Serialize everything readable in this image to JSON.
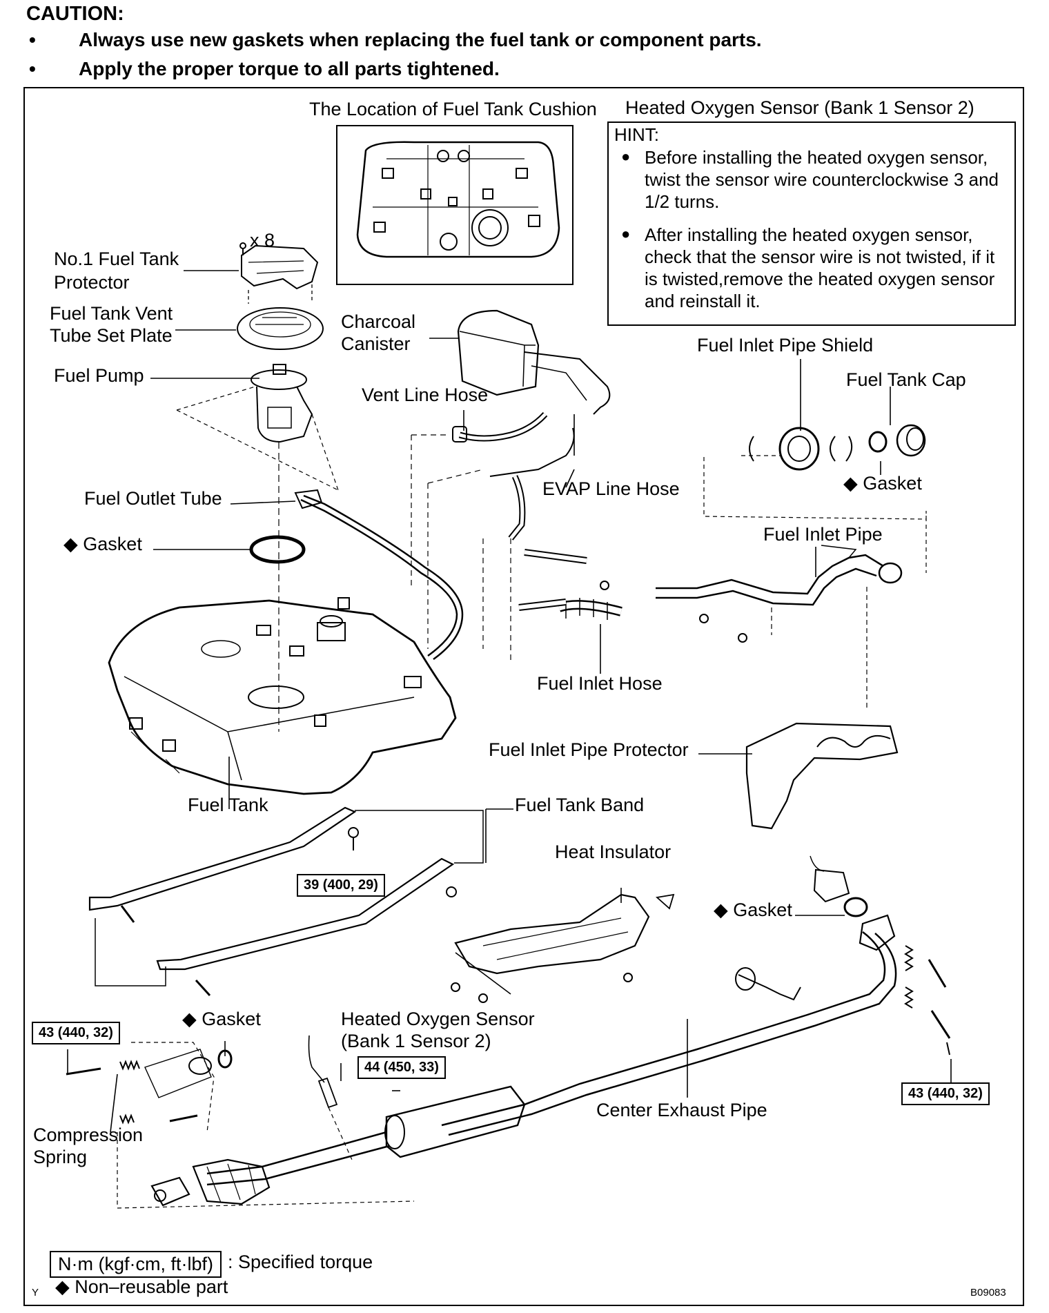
{
  "caution": {
    "title": "CAUTION:",
    "bullets": [
      "Always use new gaskets when replacing the fuel tank or component parts.",
      "Apply the proper torque to all parts tightened."
    ]
  },
  "diagram": {
    "inset_title": "The Location of Fuel Tank Cushion",
    "hint_header": "Heated Oxygen Sensor (Bank 1 Sensor 2)",
    "hint_title": "HINT:",
    "hint_items": [
      "Before installing the heated oxygen sensor, twist the sensor wire counterclockwise 3 and 1/2 turns.",
      "After installing the heated oxygen sensor, check that the sensor wire is not twisted, if it is twisted,remove the heated oxygen sensor and reinstall it."
    ],
    "labels": {
      "x8": "x 8",
      "protector": "No.1 Fuel Tank\nProtector",
      "vent_plate": "Fuel Tank Vent\nTube Set Plate",
      "fuel_pump": "Fuel Pump",
      "charcoal": "Charcoal\nCanister",
      "vent_hose": "Vent Line Hose",
      "inlet_shield": "Fuel Inlet Pipe Shield",
      "tank_cap": "Fuel Tank Cap",
      "gasket_cap": "Gasket",
      "evap_hose": "EVAP Line Hose",
      "outlet_tube": "Fuel Outlet Tube",
      "gasket_pump": "Gasket",
      "inlet_pipe": "Fuel Inlet Pipe",
      "inlet_hose": "Fuel Inlet Hose",
      "inlet_protector": "Fuel Inlet Pipe Protector",
      "fuel_tank": "Fuel Tank",
      "tank_band": "Fuel Tank Band",
      "heat_insulator": "Heat Insulator",
      "gasket_exhaust": "Gasket",
      "gasket_front": "Gasket",
      "o2_sensor": "Heated Oxygen Sensor\n(Bank 1 Sensor 2)",
      "compression_spring": "Compression\nSpring",
      "center_pipe": "Center Exhaust Pipe",
      "diamond": "◆"
    },
    "torques": {
      "band": "39 (400, 29)",
      "front": "43 (440, 32)",
      "sensor": "44 (450, 33)",
      "rear": "43 (440, 32)"
    },
    "legend": {
      "unit": "N·m (kgf·cm, ft·lbf)",
      "unit_desc": ": Specified torque",
      "nonreusable": "Non–reusable part",
      "corner_left": "Y",
      "code": "B09083"
    }
  }
}
